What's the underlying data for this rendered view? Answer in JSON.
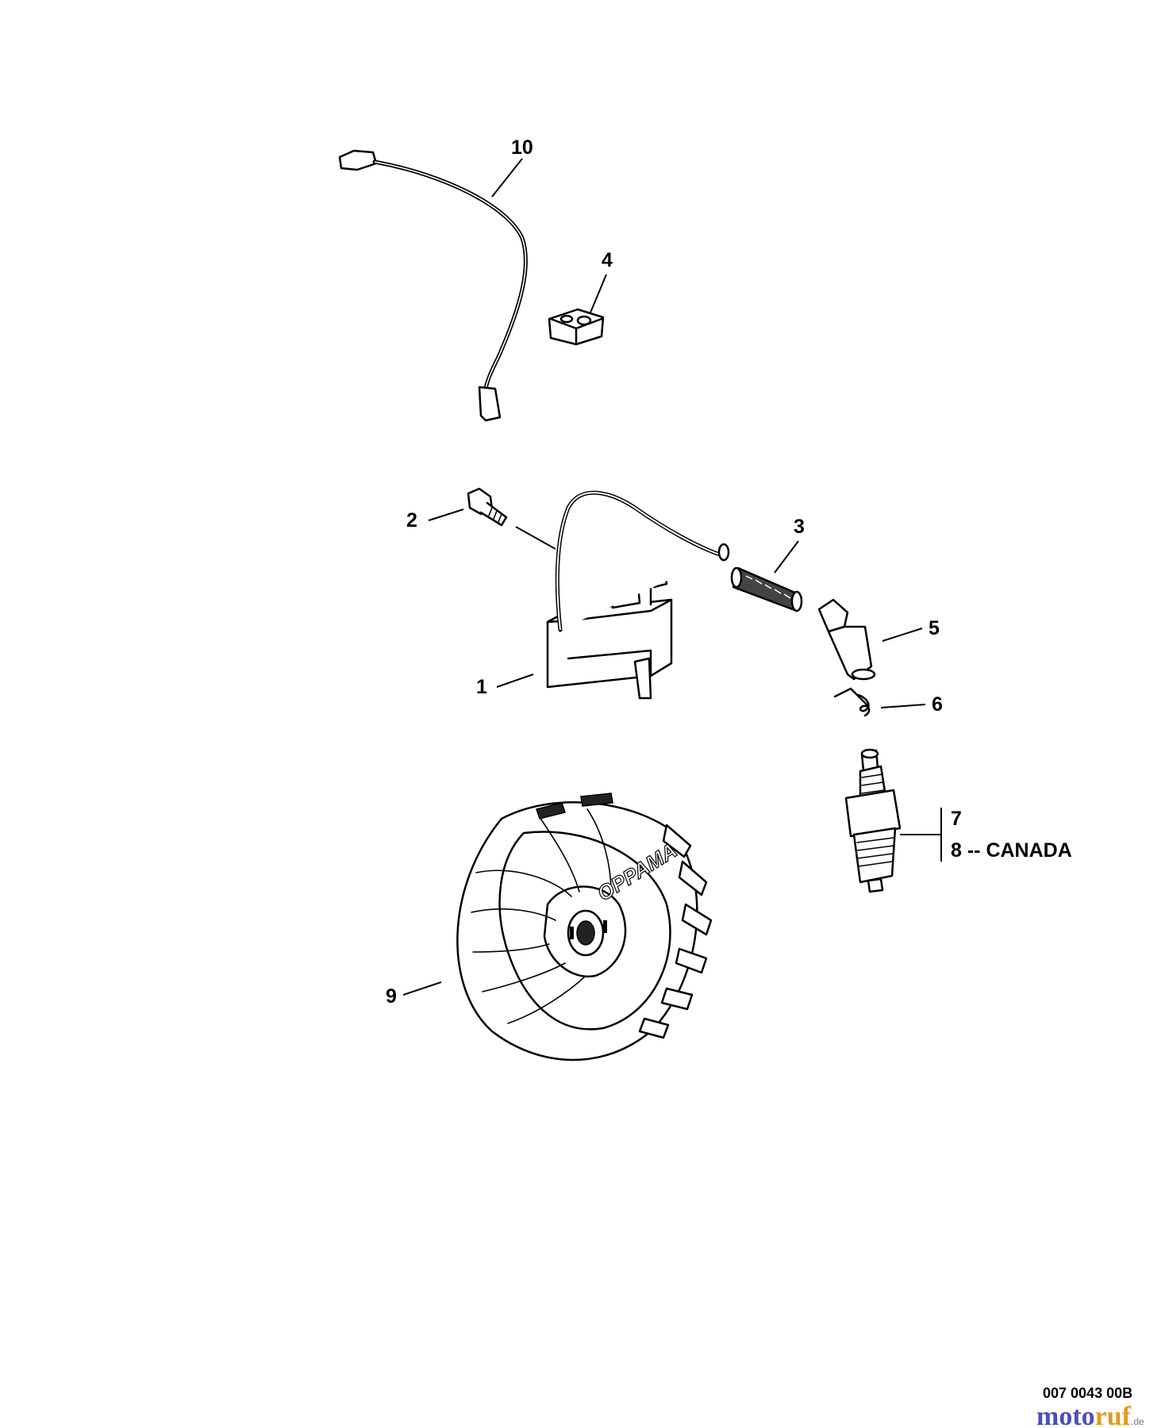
{
  "callouts": [
    {
      "id": "10",
      "label": "10"
    },
    {
      "id": "4",
      "label": "4"
    },
    {
      "id": "2",
      "label": "2"
    },
    {
      "id": "3",
      "label": "3"
    },
    {
      "id": "5",
      "label": "5"
    },
    {
      "id": "1",
      "label": "1"
    },
    {
      "id": "6",
      "label": "6"
    },
    {
      "id": "7",
      "label": "7"
    },
    {
      "id": "8",
      "label": "8 -- CANADA"
    },
    {
      "id": "9",
      "label": "9"
    }
  ],
  "flywheel_brand": "OPPAMA",
  "drawing_number": "007 0043 00B",
  "watermark": {
    "part1": "moto",
    "part2": "ruf",
    "suffix": ".de"
  }
}
